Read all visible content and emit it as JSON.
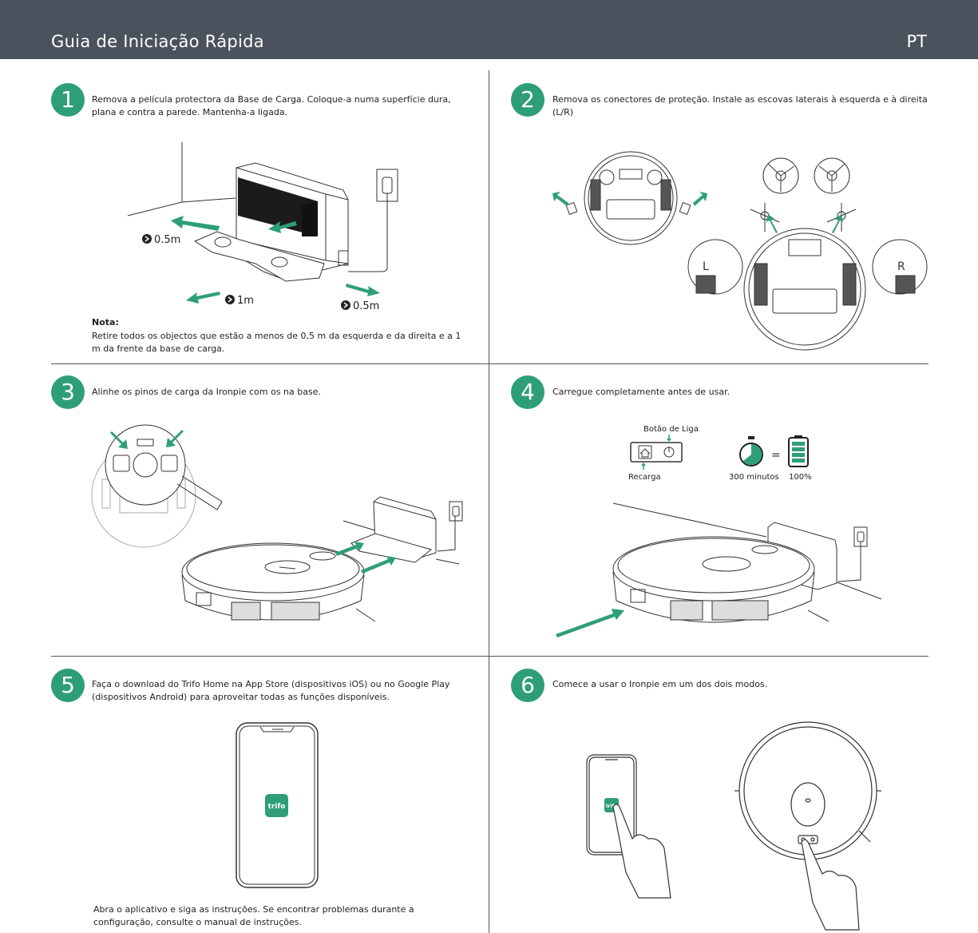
{
  "header": {
    "title": "Guia de Iniciação Rápida",
    "lang": "PT"
  },
  "colors": {
    "accent": "#2e9e78",
    "header_bg": "#4b525d"
  },
  "steps": [
    {
      "num": "1",
      "text": "Remova a película protectora da Base de Carga. Coloque-a numa superfície dura, plana e contra a parede. Mantenha-a ligada."
    },
    {
      "num": "2",
      "text": "Remova os conectores de proteção. Instale as escovas laterais à esquerda e à direita (L/R)"
    },
    {
      "num": "3",
      "text": "Alinhe os pinos de carga da Ironpie com os na base."
    },
    {
      "num": "4",
      "text": "Carregue completamente antes de usar."
    },
    {
      "num": "5",
      "text": "Faça o download do Trifo Home na App Store (dispositivos iOS) ou no Google Play (dispositivos Android) para aproveitar todas as funções disponíveis."
    },
    {
      "num": "6",
      "text": "Comece a usar o Ironpie em um dos dois modos."
    }
  ],
  "step1": {
    "dist_left": "0.5m",
    "dist_front": "1m",
    "dist_right": "0.5m",
    "note_title": "Nota:",
    "note_text": "Retire todos os objectos que estão a menos de 0,5 m da esquerda e da direita e a 1 m da frente da base de carga."
  },
  "step2": {
    "brush_left": "L",
    "brush_right": "R"
  },
  "step4": {
    "power_label": "Botão de Liga",
    "charge_label": "Recarga",
    "time_label": "300 minutos",
    "battery_label": "100%",
    "equals": "="
  },
  "step5": {
    "app_logo": "trifo",
    "footer": "Abra o aplicativo e siga as instruções. Se encontrar problemas durante a configuração, consulte o manual de instruções."
  },
  "step6": {
    "app_logo": "trifo"
  }
}
